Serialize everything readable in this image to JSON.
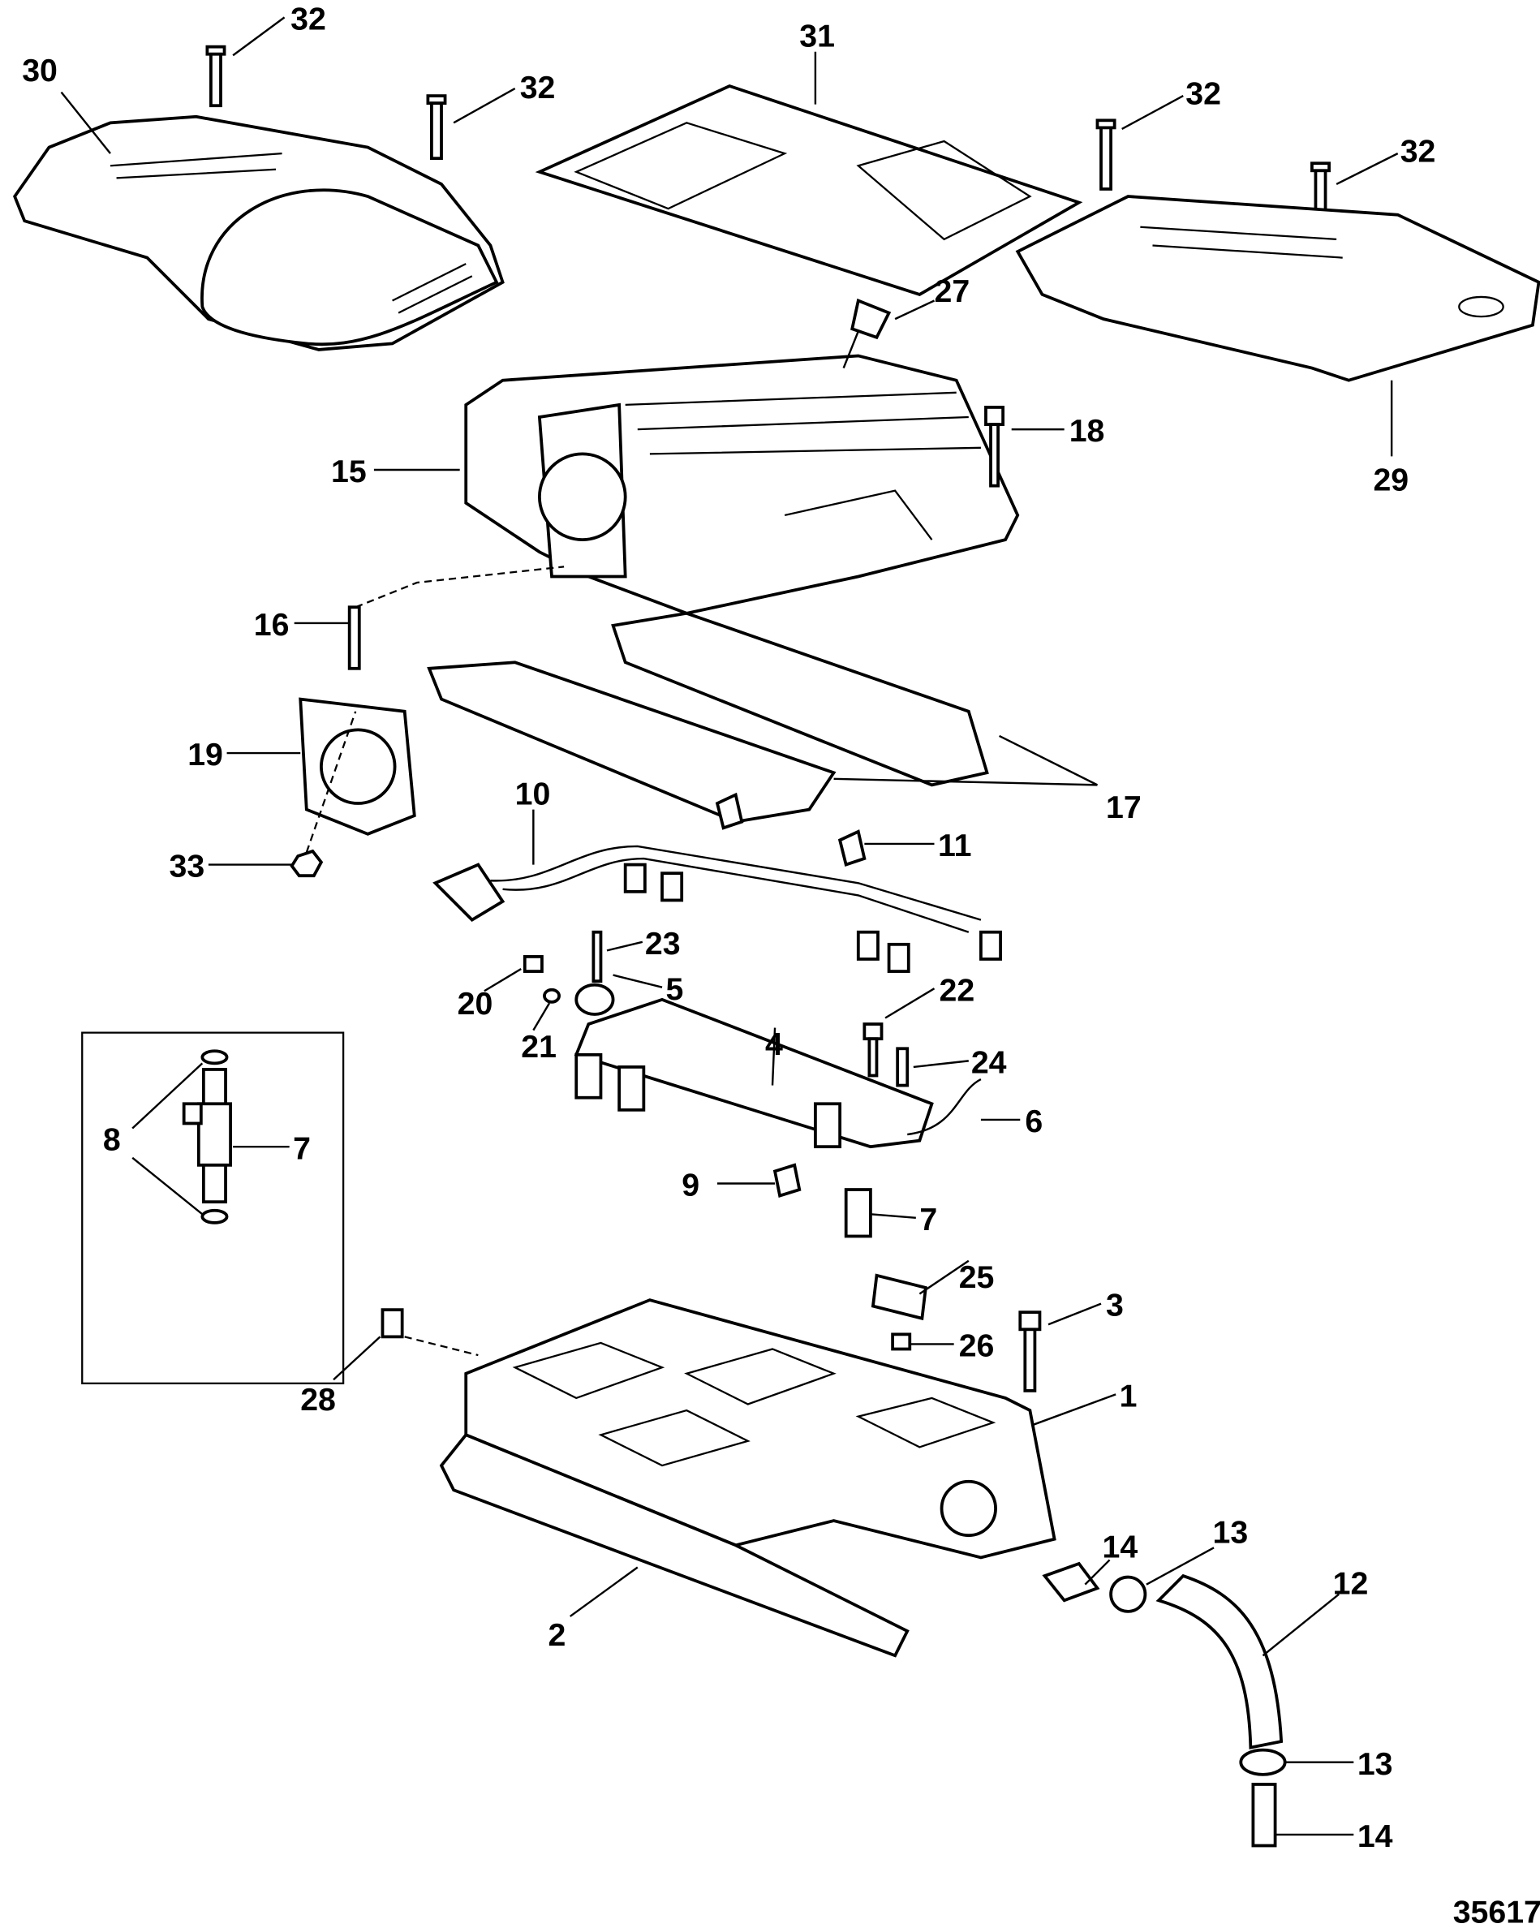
{
  "callouts": [
    "32",
    "30",
    "32",
    "31",
    "32",
    "32",
    "27",
    "18",
    "29",
    "15",
    "16",
    "19",
    "17",
    "10",
    "11",
    "33",
    "23",
    "20",
    "5",
    "21",
    "4",
    "22",
    "24",
    "6",
    "8",
    "7",
    "9",
    "7",
    "25",
    "3",
    "26",
    "28",
    "1",
    "14",
    "13",
    "12",
    "2",
    "13",
    "14"
  ],
  "figure_number": "35617",
  "colors": {
    "line": "#000000",
    "background": "#ffffff"
  }
}
